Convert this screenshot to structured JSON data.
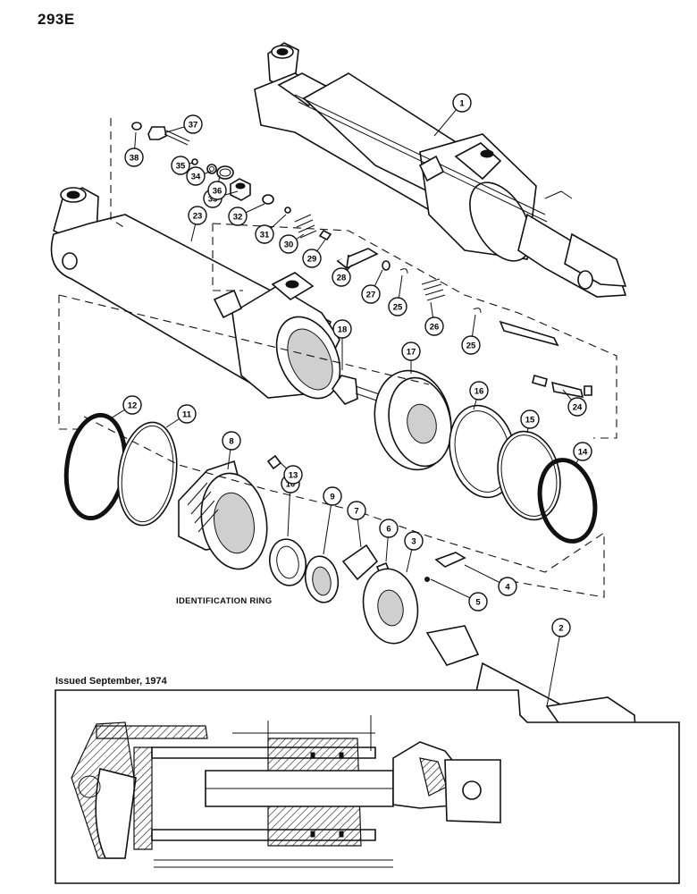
{
  "page": {
    "number": "293E",
    "issued": "Issued September, 1974",
    "identification_label": "IDENTIFICATION RING"
  },
  "callouts": [
    "1",
    "2",
    "3",
    "4",
    "5",
    "6",
    "7",
    "8",
    "9",
    "10",
    "11",
    "12",
    "13",
    "14",
    "15",
    "16",
    "17",
    "18",
    "23",
    "24",
    "25",
    "25",
    "26",
    "27",
    "28",
    "29",
    "30",
    "31",
    "32",
    "33",
    "34",
    "35",
    "36",
    "37",
    "38"
  ]
}
